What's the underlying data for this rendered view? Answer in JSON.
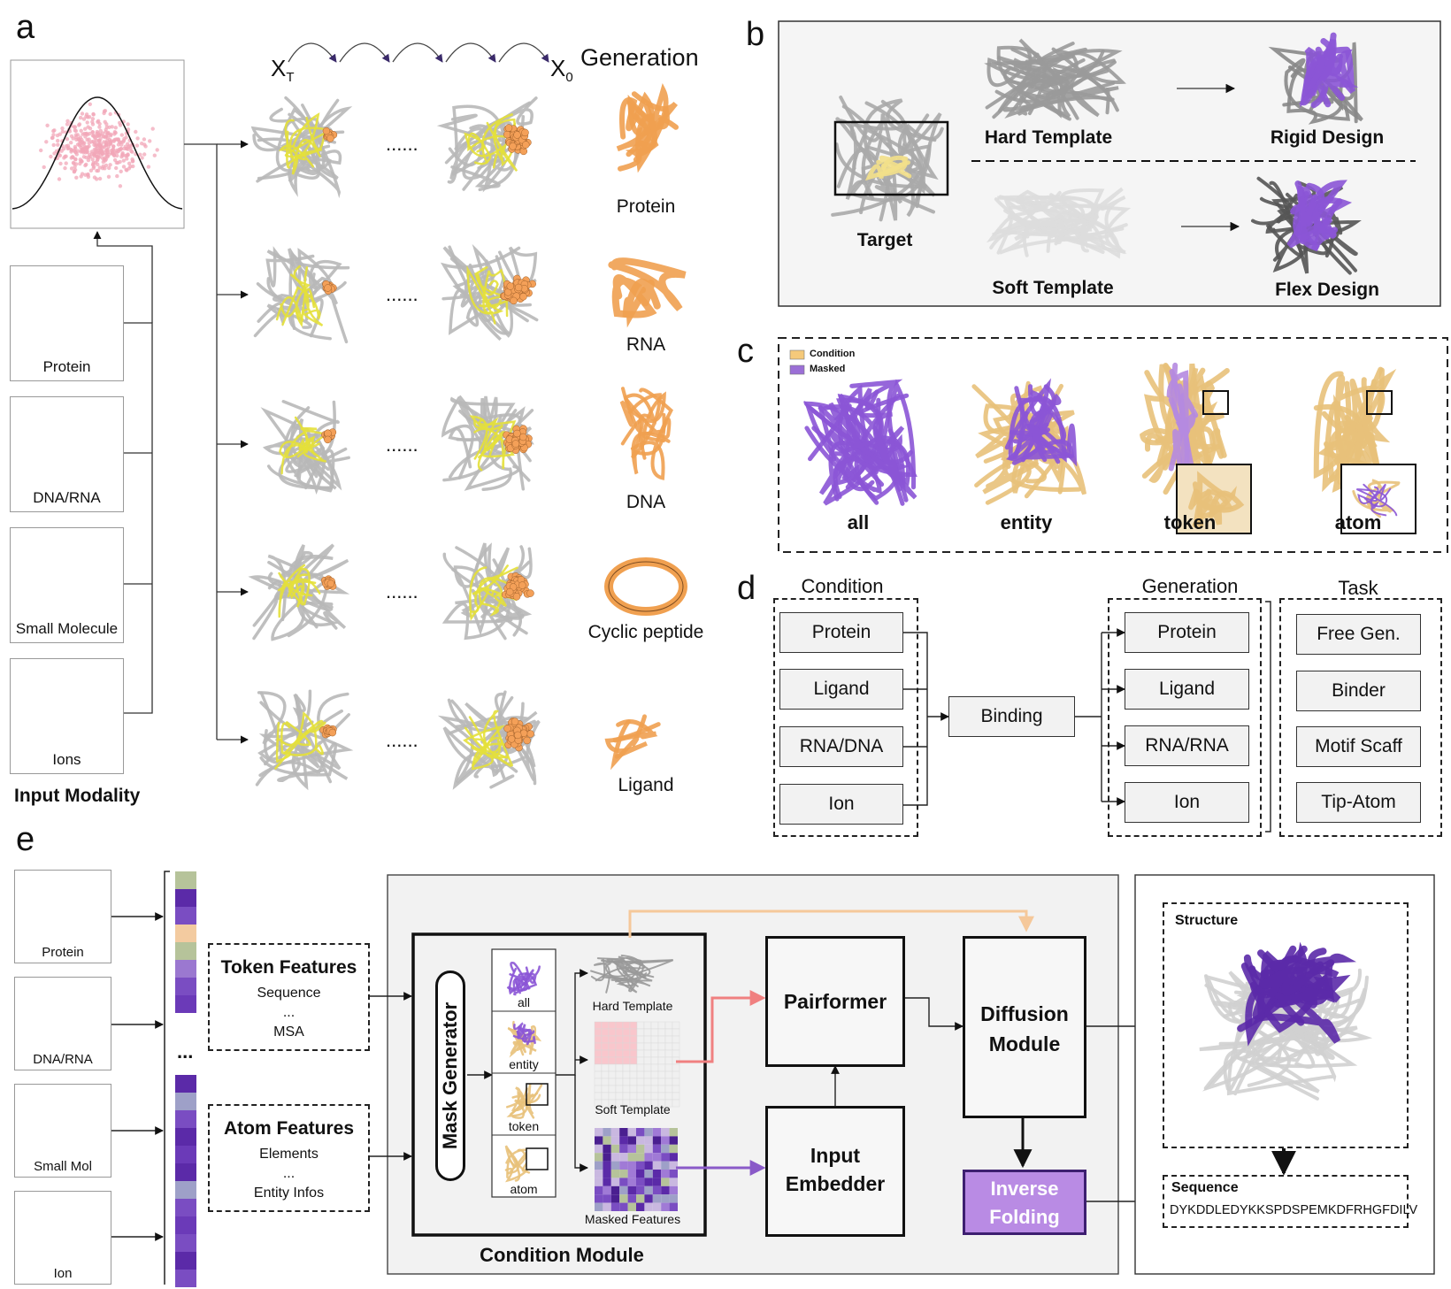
{
  "panels": {
    "a": "a",
    "b": "b",
    "c": "c",
    "d": "d",
    "e": "e"
  },
  "a": {
    "xt": "X",
    "xt_sub": "T",
    "x0": "X",
    "x0_sub": "0",
    "generation_title": "Generation",
    "dots": "......",
    "modalities": [
      "Protein",
      "DNA/RNA",
      "Small Molecule",
      "Ions"
    ],
    "input_modality": "Input Modality",
    "outputs": [
      "Protein",
      "RNA",
      "DNA",
      "Cyclic peptide",
      "Ligand"
    ]
  },
  "b": {
    "target": "Target",
    "hard_template": "Hard Template",
    "rigid_design": "Rigid Design",
    "soft_template": "Soft Template",
    "flex_design": "Flex Design"
  },
  "c": {
    "legend_condition": "Condition",
    "legend_masked": "Masked",
    "labels": [
      "all",
      "entity",
      "token",
      "atom"
    ],
    "colors": {
      "condition": "#f5c97a",
      "masked": "#9b6fd6"
    }
  },
  "d": {
    "condition_title": "Condition",
    "generation_title": "Generation",
    "task_title": "Task",
    "conditions": [
      "Protein",
      "Ligand",
      "RNA/DNA",
      "Ion"
    ],
    "binding": "Binding",
    "generations": [
      "Protein",
      "Ligand",
      "RNA/RNA",
      "Ion"
    ],
    "tasks": [
      "Free Gen.",
      "Binder",
      "Motif Scaff",
      "Tip-Atom"
    ]
  },
  "e": {
    "modalities": [
      "Protein",
      "DNA/RNA",
      "Small Mol",
      "Ion"
    ],
    "ellipsis": "...",
    "token_features": {
      "title": "Token Features",
      "line1": "Sequence",
      "line2": "...",
      "line3": "MSA"
    },
    "atom_features": {
      "title": "Atom Features",
      "line1": "Elements",
      "line2": "...",
      "line3": "Entity Infos"
    },
    "mask_generator": "Mask Generator",
    "mask_types": [
      "all",
      "entity",
      "token",
      "atom"
    ],
    "hard_template": "Hard Template",
    "soft_template": "Soft Template",
    "masked_features": "Masked Features",
    "condition_module": "Condition Module",
    "pairformer": "Pairformer",
    "input_embedder_1": "Input",
    "input_embedder_2": "Embedder",
    "diffusion_1": "Diffusion",
    "diffusion_2": "Module",
    "inverse_1": "Inverse",
    "inverse_2": "Folding",
    "structure": "Structure",
    "sequence_title": "Sequence",
    "sequence": "DYKDDLEDYKKSPDSPEMKDFRHGFDILV",
    "colors": {
      "purple": "#5b2aa8",
      "light_purple": "#a980dd",
      "orange": "#f5a85a",
      "pink": "#f08080"
    }
  }
}
